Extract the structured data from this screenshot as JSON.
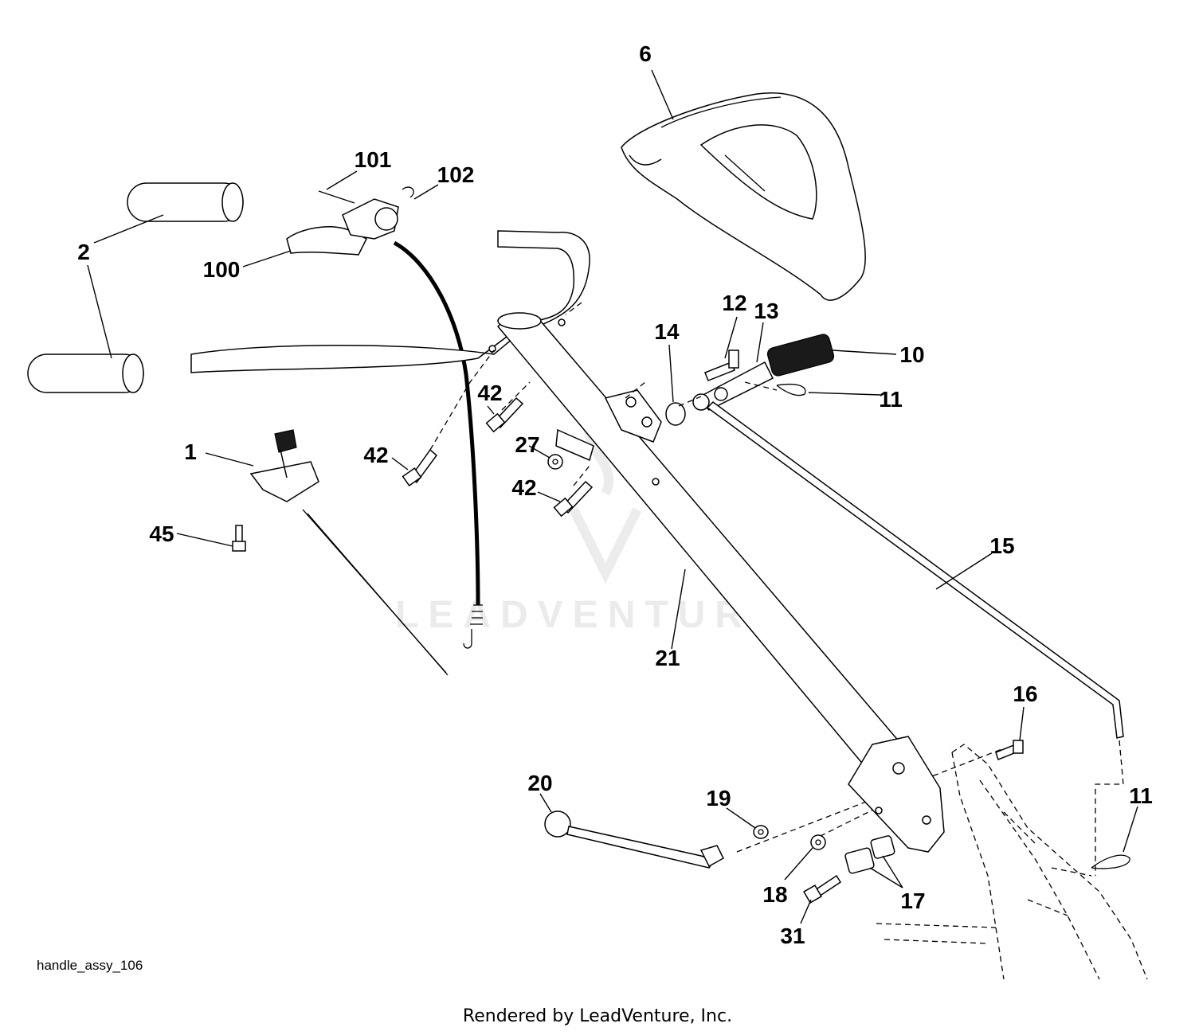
{
  "diagram_id": "handle_assy_106",
  "footer": "Rendered by LeadVenture, Inc.",
  "watermark": "LEADVENTURE",
  "callouts": {
    "c6": "6",
    "c101": "101",
    "c102": "102",
    "c2a": "2",
    "c2b": "2",
    "c100": "100",
    "c12": "12",
    "c13": "13",
    "c14": "14",
    "c10": "10",
    "c11a": "11",
    "c42a": "42",
    "c42b": "42",
    "c42c": "42",
    "c27": "27",
    "c1": "1",
    "c45": "45",
    "c15": "15",
    "c21": "21",
    "c16": "16",
    "c20": "20",
    "c19": "19",
    "c11b": "11",
    "c18": "18",
    "c17": "17",
    "c31": "31"
  }
}
